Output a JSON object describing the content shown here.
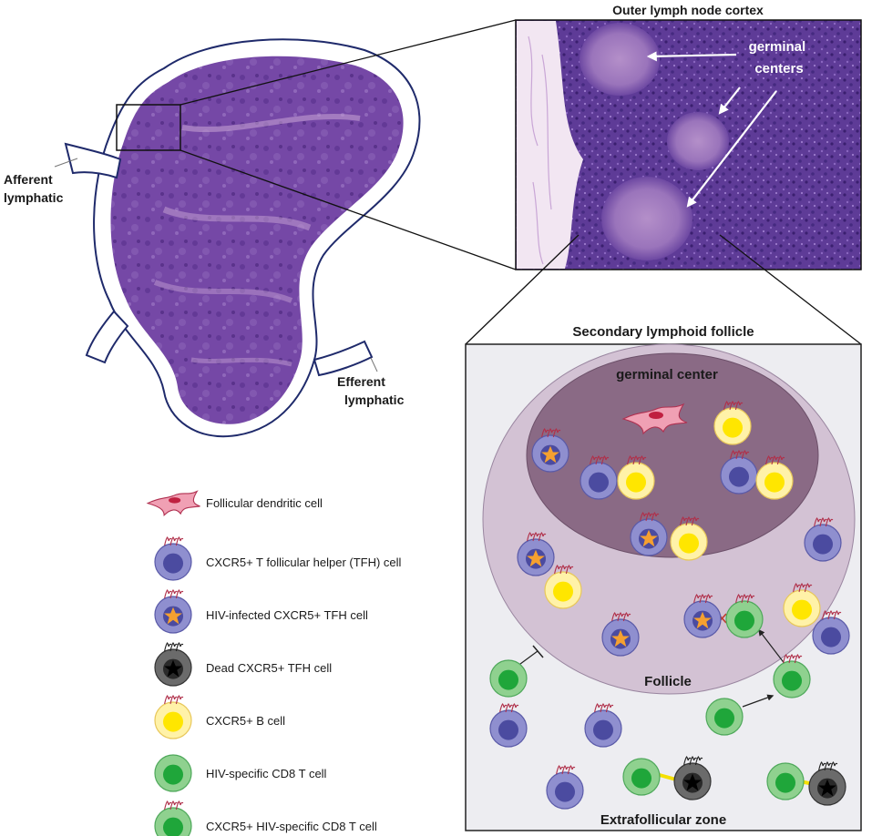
{
  "labels": {
    "afferent": [
      "Afferent",
      "lymphatic"
    ],
    "efferent": [
      "Efferent",
      "lymphatic"
    ],
    "cortex_title": "Outer lymph node cortex",
    "germinal_centers": [
      "germinal",
      "centers"
    ],
    "follicle_title": "Secondary lymphoid follicle",
    "germinal_center": "germinal center",
    "follicle": "Follicle",
    "extrafollicular": "Extrafollicular zone"
  },
  "legend": [
    {
      "cell": "fdc",
      "text": "Follicular dendritic cell"
    },
    {
      "cell": "tfh",
      "text": "CXCR5+ T follicular helper (TFH) cell"
    },
    {
      "cell": "tfh_infected",
      "text": "HIV-infected CXCR5+ TFH cell"
    },
    {
      "cell": "tfh_dead",
      "text": "Dead CXCR5+ TFH cell"
    },
    {
      "cell": "bcell",
      "text": "CXCR5+ B cell"
    },
    {
      "cell": "cd8",
      "text": "HIV-specific CD8 T cell"
    },
    {
      "cell": "cd8_cxcr5",
      "text": "CXCR5+ HIV-specific CD8 T cell"
    }
  ],
  "colors": {
    "tissue_purple": "#6a3f9c",
    "tissue_pink": "#c9a6d6",
    "capsule_outline": "#1f2a6b",
    "germinal_center_fill": "#8a6a85",
    "follicle_fill": "#d3c2d4",
    "tfh_outer": "#8f8fcf",
    "tfh_nucleus": "#4b4ba0",
    "bcell_outer": "#fff2a8",
    "bcell_nucleus": "#ffe600",
    "cd8_outer": "#8fd18f",
    "cd8_nucleus": "#1fa63a",
    "dead_outer": "#6b6b6b",
    "star_hiv": "#f5a030"
  }
}
